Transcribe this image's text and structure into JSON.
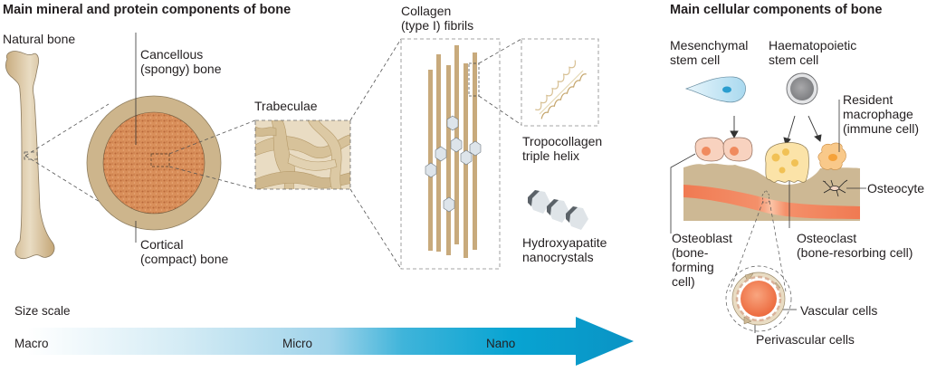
{
  "left_panel": {
    "title": "Main mineral and protein components of bone",
    "natural_bone": "Natural bone",
    "cancellous": "Cancellous\n(spongy) bone",
    "cortical": "Cortical\n(compact) bone",
    "trabeculae": "Trabeculae",
    "collagen": "Collagen\n(type I) fibrils",
    "tropocollagen": "Tropocollagen\ntriple helix",
    "hydroxyapatite": "Hydroxyapatite\nnanocrystals"
  },
  "size_scale": {
    "title": "Size scale",
    "levels": [
      "Macro",
      "Micro",
      "Nano"
    ]
  },
  "right_panel": {
    "title": "Main cellular components of bone",
    "mesenchymal": "Mesenchymal\nstem cell",
    "haematopoietic": "Haematopoietic\nstem cell",
    "macrophage": "Resident\nmacrophage\n(immune cell)",
    "osteocyte": "Osteocyte",
    "osteoblast": "Osteoblast\n(bone-\nforming\ncell)",
    "osteoclast": "Osteoclast\n(bone-resorbing cell)",
    "vascular": "Vascular cells",
    "perivascular": "Perivascular cells"
  },
  "colors": {
    "bone": "#cdb58c",
    "bone_light": "#e8dcc2",
    "spongy": "#d98f5a",
    "fibril": "#c8aa7c",
    "arrow_start": "#ffffff",
    "arrow_end": "#0a9ccc",
    "vessel": "#f07a52",
    "cell_pink": "#f6cdb6",
    "osteoclast": "#fbe3a8",
    "msc": "#bfe3f2"
  }
}
